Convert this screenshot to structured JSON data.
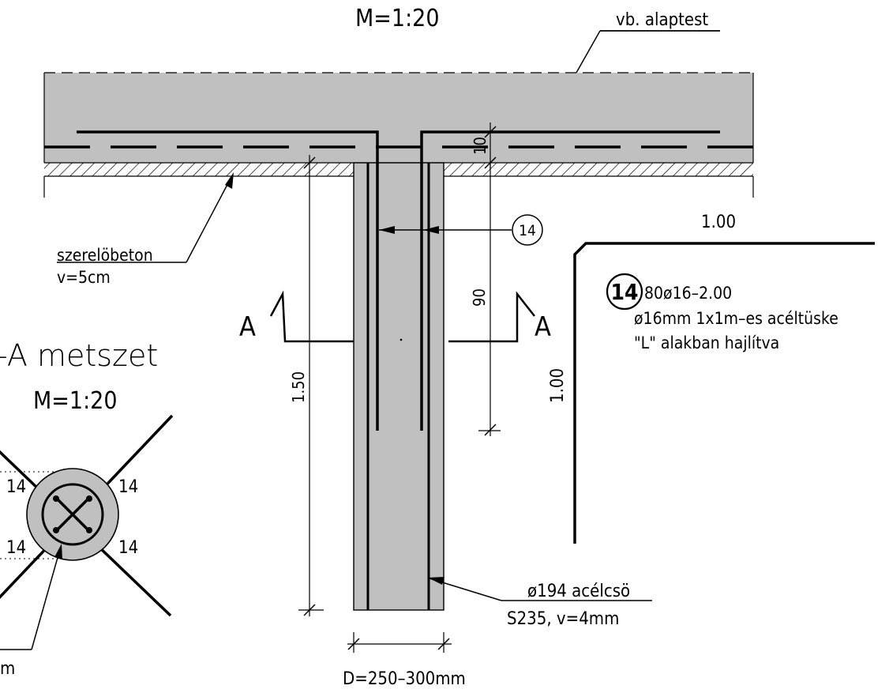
{
  "drawing": {
    "scale_top": "M=1:20",
    "foundation_label": "vb. alaptest",
    "lean_concrete_label": "szerelöbeton",
    "lean_concrete_thickness": "v=5cm",
    "dim_10": "10",
    "dim_90": "90",
    "dim_150": "1.50",
    "section_mark_left": "A",
    "section_mark_right": "A",
    "rebar_callout": "14",
    "pipe_label": "ø194 acélcsö",
    "pipe_spec": "S235, v=4mm",
    "diameter_dim": "D=250–300mm",
    "section_title": "-A metszet",
    "section_scale": "M=1:20",
    "section_bar_labels": [
      "14",
      "14",
      "14",
      "14"
    ],
    "section_footnote_fragment": "m",
    "bar_detail": {
      "horizontal_length": "1.00",
      "vertical_length": "1.00",
      "mark": "14",
      "spec_code": "80ø16–2.00",
      "line_1": "ø16mm 1x1m–es acéltüske",
      "line_2": "\"L\" alakban hajlítva"
    }
  }
}
